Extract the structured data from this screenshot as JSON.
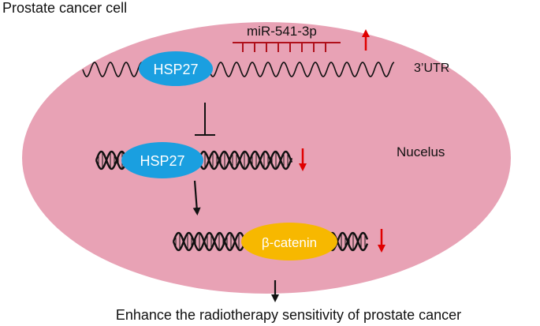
{
  "title": "Prostate cancer cell",
  "mirna": "miR-541-3p",
  "utr_label": "3’UTR",
  "hsp27_mrna": "HSP27",
  "hsp27_gene": "HSP27",
  "nucleus_label": "Nucelus",
  "beta_catenin": "β-catenin",
  "outcome": "Enhance the radiotherapy sensitivity of prostate cancer",
  "colors": {
    "cell": "#e8a2b5",
    "hsp27": "#1a9fe0",
    "beta_catenin": "#f7b800",
    "up_arrow": "#e00000",
    "down_arrow": "#e00000",
    "mirna": "#b0101b"
  }
}
